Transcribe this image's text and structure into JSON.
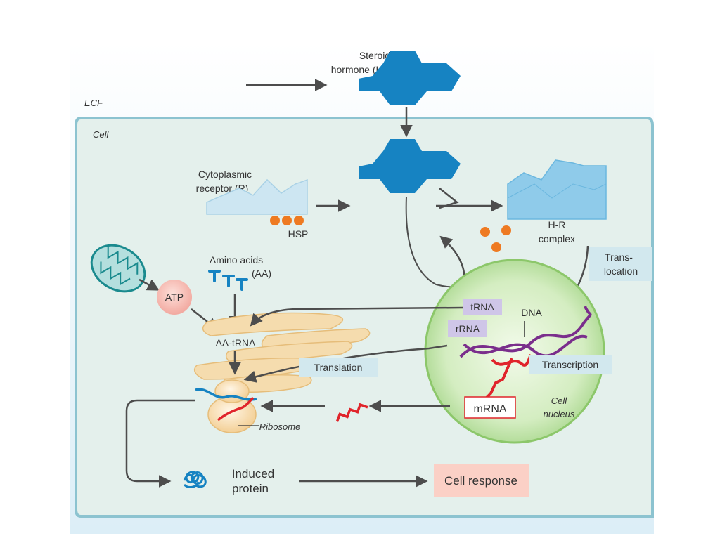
{
  "regions": {
    "ecf": "ECF",
    "cell": "Cell"
  },
  "labels": {
    "steroid_line1": "Steroid",
    "steroid_line2": "hormone (H)",
    "receptor_line1": "Cytoplasmic",
    "receptor_line2": "receptor (R)",
    "hsp": "HSP",
    "hr_line1": "H-R",
    "hr_line2": "complex",
    "translocation_line1": "Trans-",
    "translocation_line2": "location",
    "amino_line1": "Amino acids",
    "amino_line2": "(AA)",
    "atp": "ATP",
    "aa_trna": "AA-tRNA",
    "trna": "tRNA",
    "rrna": "rRNA",
    "dna": "DNA",
    "translation": "Translation",
    "transcription": "Transcription",
    "mrna": "mRNA",
    "nucleus_line1": "Cell",
    "nucleus_line2": "nucleus",
    "ribosome": "Ribosome",
    "induced_line1": "Induced",
    "induced_line2": "protein",
    "cell_response": "Cell response"
  },
  "colors": {
    "ecf_top": "#dceef7",
    "cell_fill": "#e4f0ec",
    "cell_border": "#8cc3d0",
    "hormone": "#1683c2",
    "receptor": "#bfe0ef",
    "hr_complex": "#8fcbea",
    "hsp": "#ee7a22",
    "nucleus": "#a6d68a",
    "purple_box": "#cfc6e8",
    "blue_box": "#d2e8ee",
    "response_box": "#fbd0c6",
    "mrna_red": "#e0242b",
    "dna_purple": "#7a2e8c",
    "arrow": "#4d4d4d"
  }
}
